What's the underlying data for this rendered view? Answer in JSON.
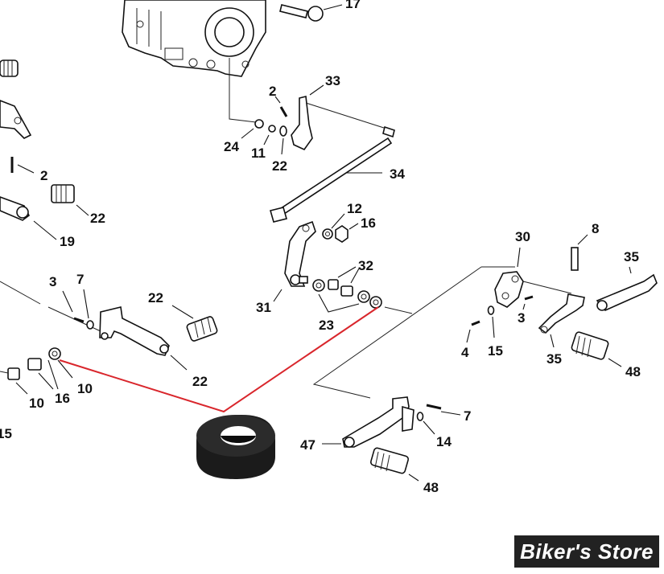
{
  "diagram": {
    "callouts": [
      "17",
      "33",
      "2",
      "24",
      "11",
      "22",
      "34",
      "2",
      "22",
      "19",
      "12",
      "16",
      "32",
      "31",
      "23",
      "30",
      "8",
      "35",
      "3",
      "7",
      "22",
      "3",
      "4",
      "15",
      "35",
      "48",
      "10",
      "16",
      "10",
      "22",
      "15",
      "7",
      "14",
      "47",
      "48"
    ],
    "watermark": "Biker's Store",
    "highlight_color": "#d9262c"
  }
}
